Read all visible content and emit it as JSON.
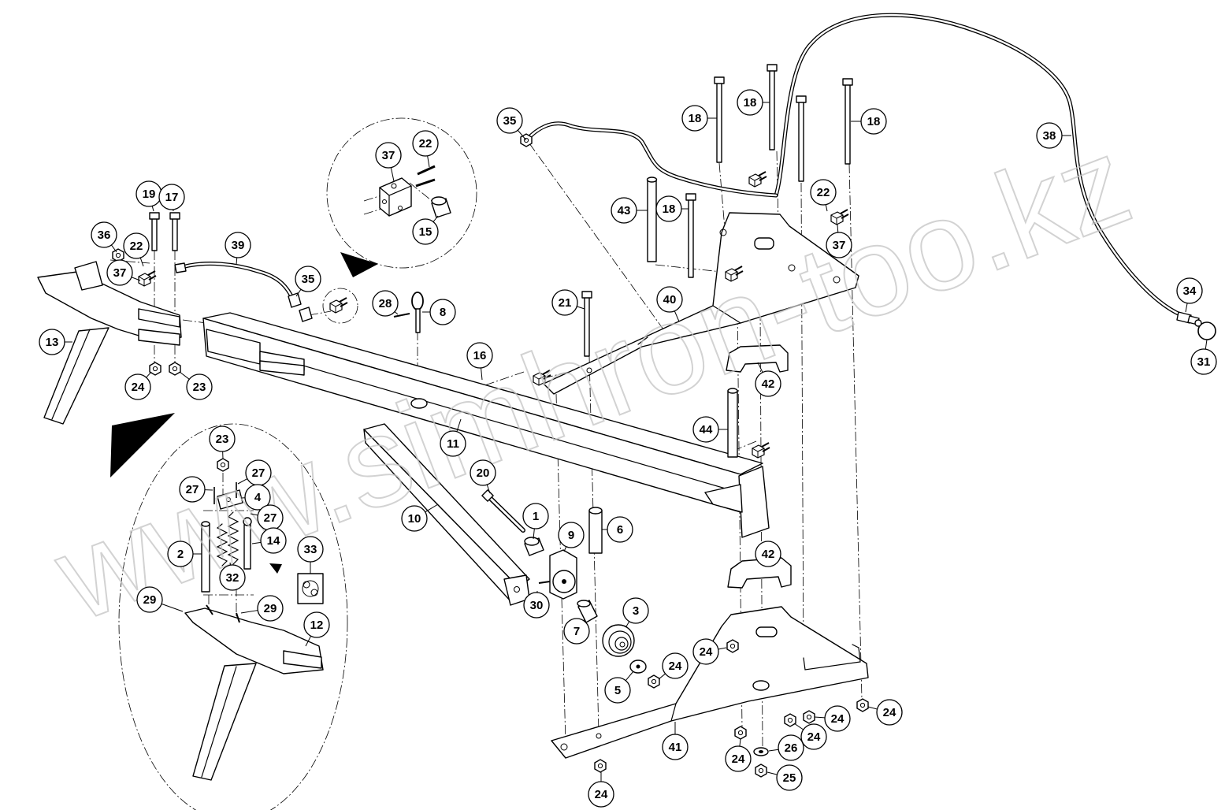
{
  "watermark": "www.simhron-too.kz",
  "callouts": [
    "35",
    "18",
    "18",
    "18",
    "38",
    "37",
    "22",
    "15",
    "22",
    "37",
    "43",
    "18",
    "19",
    "17",
    "36",
    "22",
    "39",
    "37",
    "35",
    "34",
    "40",
    "21",
    "28",
    "8",
    "13",
    "16",
    "24",
    "23",
    "42",
    "31",
    "44",
    "11",
    "23",
    "27",
    "27",
    "20",
    "4",
    "27",
    "1",
    "10",
    "6",
    "14",
    "2",
    "9",
    "42",
    "33",
    "32",
    "29",
    "29",
    "30",
    "3",
    "7",
    "12",
    "24",
    "24",
    "5",
    "24",
    "24",
    "24",
    "41",
    "24",
    "26",
    "25",
    "24"
  ]
}
